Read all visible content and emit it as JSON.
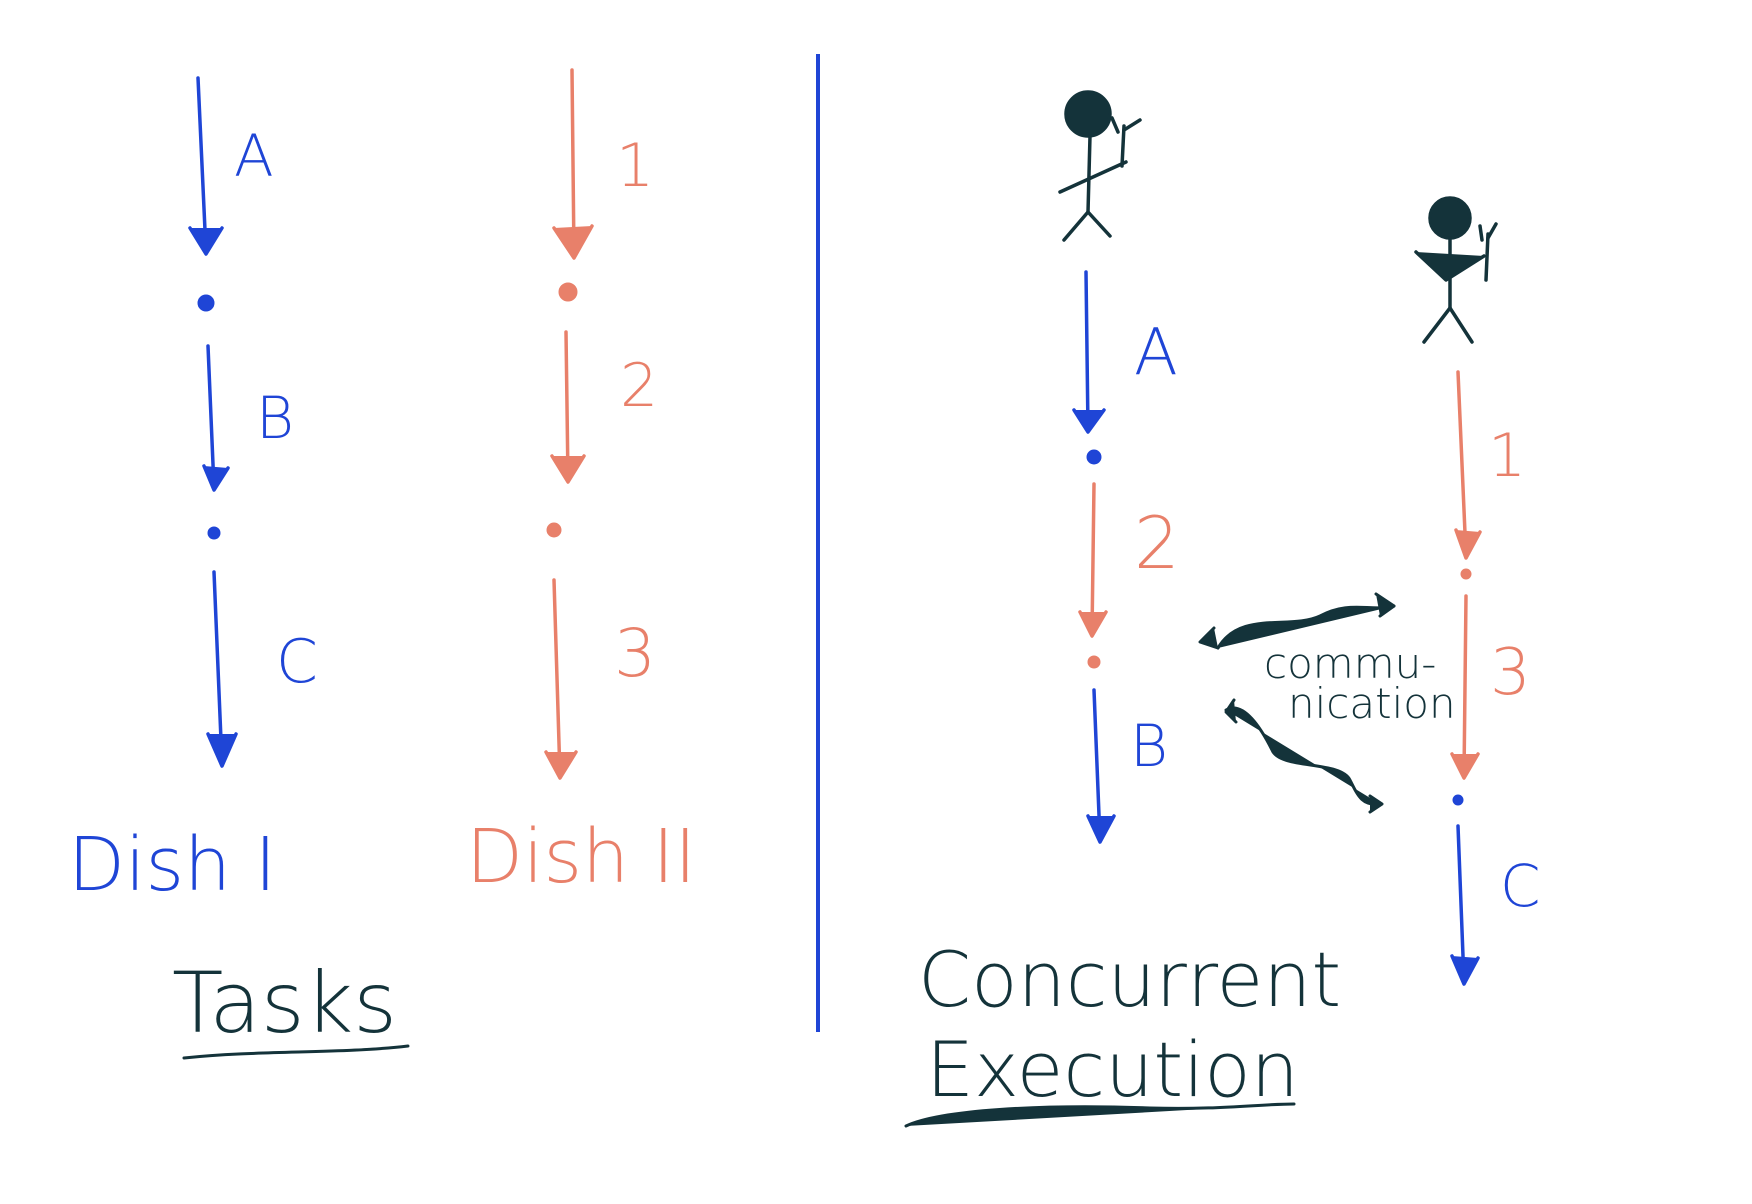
{
  "colors": {
    "task_one": "#1f45d6",
    "task_two": "#e8806a",
    "ink": "#14333a"
  },
  "tasks": {
    "dish_one": {
      "steps": [
        "A",
        "B",
        "C"
      ],
      "label": "Dish I"
    },
    "dish_two": {
      "steps": [
        "1",
        "2",
        "3"
      ],
      "label": "Dish II"
    },
    "caption": "Tasks"
  },
  "execution": {
    "worker_one_steps": [
      "A",
      "2",
      "B"
    ],
    "worker_two_steps": [
      "1",
      "3",
      "C"
    ],
    "communication_line1": "commu-",
    "communication_line2": "nication",
    "caption_line1": "Concurrent",
    "caption_line2": "Execution"
  }
}
